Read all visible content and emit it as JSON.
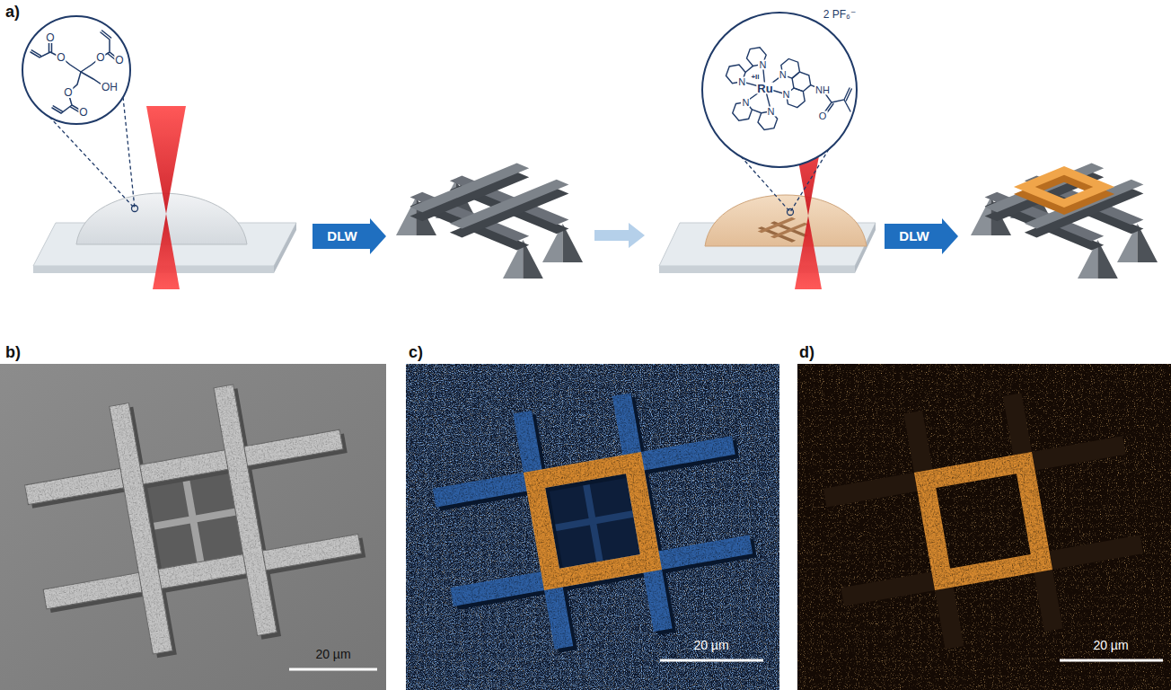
{
  "diagram": {
    "nodes": [
      {
        "text": [
          "DLW"
        ]
      },
      {
        "text": [
          "DLW"
        ]
      }
    ],
    "labels": [
      "a)",
      "b)",
      "c)",
      "d)",
      "O",
      "O",
      "O",
      "O",
      "O",
      "O",
      "OH",
      "2 PF₆⁻",
      "N",
      "N",
      "N",
      "N",
      "N",
      "N",
      "Ru",
      "+II",
      "NH",
      "O",
      "20 µm",
      "20 µm",
      "20 µm"
    ]
  }
}
